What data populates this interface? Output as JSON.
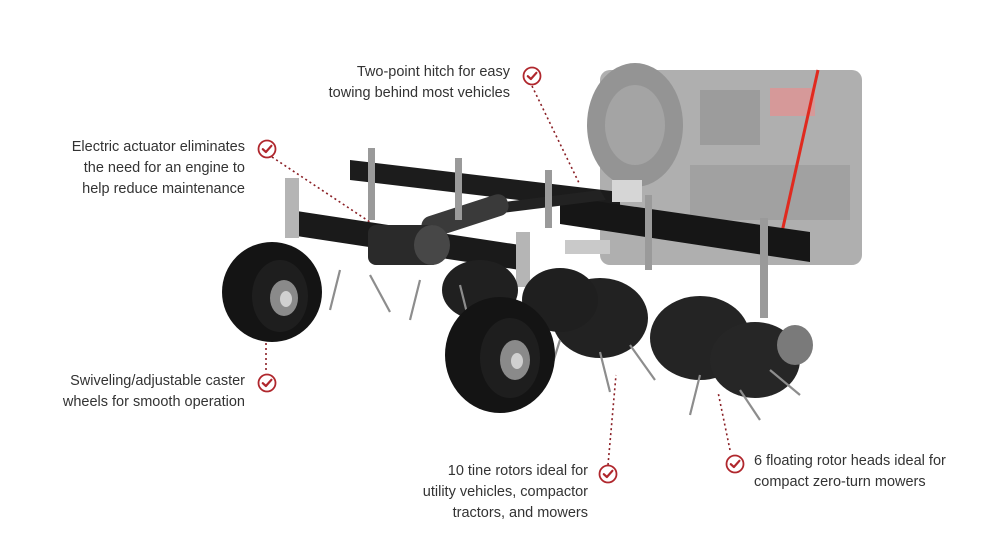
{
  "accent_color": "#b0272d",
  "callouts": {
    "hitch": {
      "icon": "check-circle-icon",
      "lines": [
        "Two-point hitch for easy",
        "towing behind most vehicles"
      ]
    },
    "actuator": {
      "icon": "check-circle-icon",
      "lines": [
        "Electric actuator eliminates",
        "the need for an engine to",
        "help reduce maintenance"
      ]
    },
    "casters": {
      "icon": "check-circle-icon",
      "lines": [
        "Swiveling/adjustable caster",
        "wheels for smooth operation"
      ]
    },
    "tines": {
      "icon": "check-circle-icon",
      "lines": [
        "10 tine rotors ideal for",
        "utility vehicles, compactor",
        "tractors, and mowers"
      ]
    },
    "rotors": {
      "icon": "check-circle-icon",
      "lines": [
        "6 floating rotor heads ideal for",
        "compact zero-turn mowers"
      ]
    }
  }
}
